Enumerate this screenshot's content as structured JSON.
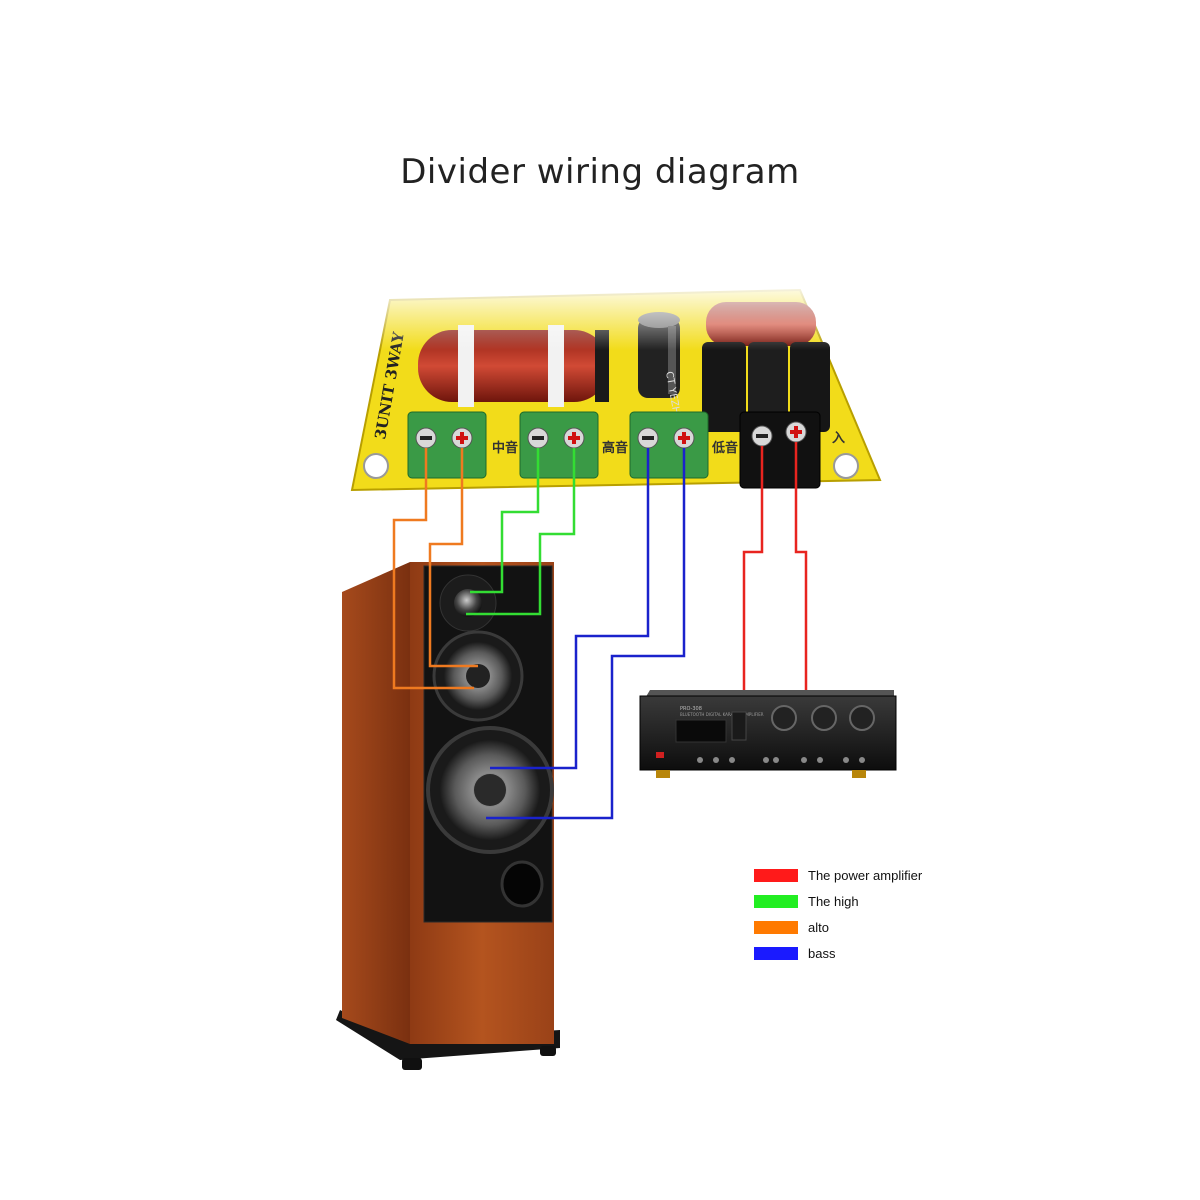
{
  "title": "Divider wiring diagram",
  "board": {
    "silk_label": "3UNIT 3WAY",
    "label_mid": "中音",
    "label_high": "高音",
    "label_bass": "低音",
    "label_input": "入",
    "cap_label": "CT YEZH"
  },
  "amplifier": {
    "model_label": "PRO-308",
    "subtitle_label": "BLUETOOTH DIGITAL KARAOKE AMPLIFIER"
  },
  "legend": [
    {
      "label": "The power amplifier",
      "color": "#ff1a1a"
    },
    {
      "label": "The high",
      "color": "#22ee22"
    },
    {
      "label": "alto",
      "color": "#ff7a00"
    },
    {
      "label": "bass",
      "color": "#1a1aff"
    }
  ],
  "wire_colors": {
    "power": "#e8241f",
    "high": "#33dd33",
    "alto": "#ef7a20",
    "bass": "#1a22cc"
  }
}
